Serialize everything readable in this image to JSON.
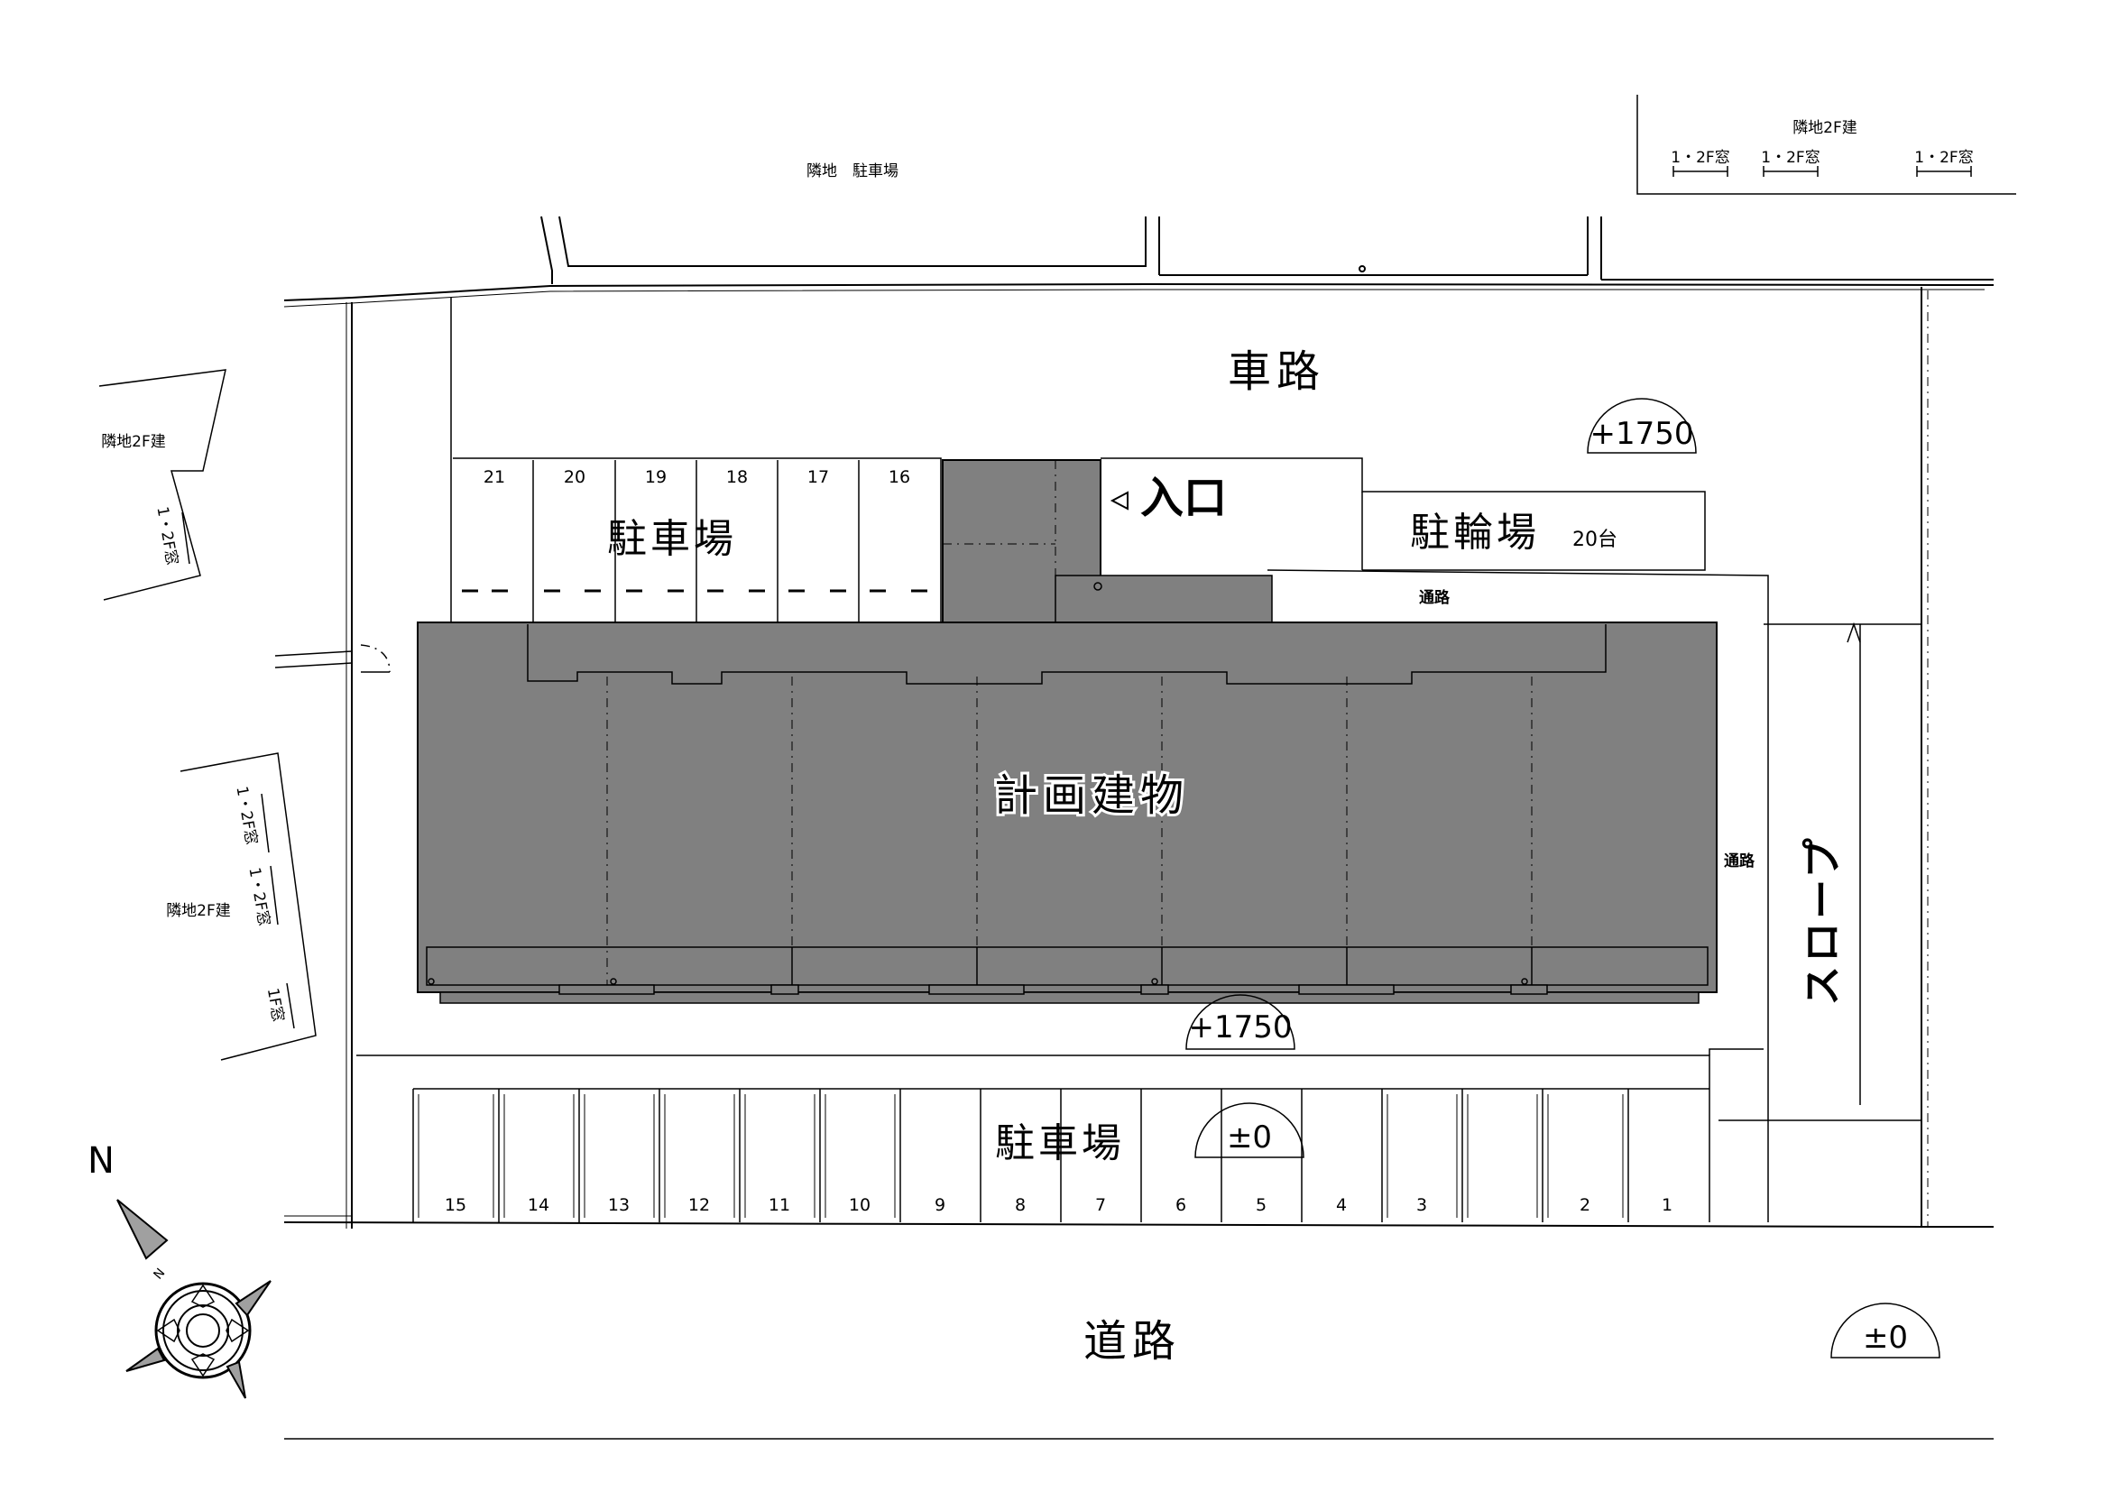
{
  "labels": {
    "neighbor_parking": "隣地　駐車場",
    "neighbor_2f_top_right": "隣地2F建",
    "neighbor_2f_left_top": "隣地2F建",
    "neighbor_2f_left_mid": "隣地2F建",
    "window_12f": "1・2F窓",
    "window_1f": "1F窓",
    "road_car": "車路",
    "parking": "駐車場",
    "entrance": "入口",
    "bicycle": "駐輪場",
    "bicycle_count": "20台",
    "passage": "通路",
    "building": "計画建物",
    "slope": "スロープ",
    "road": "道路",
    "north": "N"
  },
  "levels": {
    "top_right": "+1750",
    "building_south": "+1750",
    "parking_south": "±0",
    "road": "±0"
  },
  "north_parking_stalls": [
    "21",
    "20",
    "19",
    "18",
    "17",
    "16"
  ],
  "south_parking_stalls": [
    "15",
    "14",
    "13",
    "12",
    "11",
    "10",
    "9",
    "8",
    "7",
    "6",
    "5",
    "4",
    "3",
    "",
    "2",
    "1"
  ],
  "colors": {
    "building_fill": "#808080",
    "line": "#000000",
    "background": "#ffffff"
  }
}
